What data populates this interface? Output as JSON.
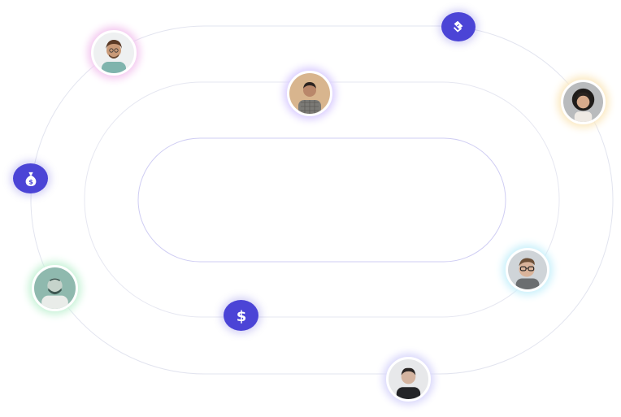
{
  "colors": {
    "orbit_stroke": "#d9dcec",
    "inner_orbit_stroke": "#c9c6f2",
    "token_fill": "#4b44d6",
    "glow_pink": "#f3c6ef",
    "glow_purple": "#d9ccff",
    "glow_yellow": "#fbe8bf",
    "glow_green": "#c6f2d6",
    "glow_cyan": "#c8f0fb",
    "glow_lavender": "#d8d6fb"
  },
  "avatars": [
    {
      "name": "avatar-curly-hair-man",
      "glow": "pink"
    },
    {
      "name": "avatar-plaid-shirt-man",
      "glow": "purple"
    },
    {
      "name": "avatar-curly-hair-woman",
      "glow": "yellow"
    },
    {
      "name": "avatar-smiling-man",
      "glow": "green"
    },
    {
      "name": "avatar-glasses-man",
      "glow": "cyan"
    },
    {
      "name": "avatar-dark-shirt-man",
      "glow": "lavender"
    }
  ],
  "tokens": [
    {
      "icon": "ticket-icon"
    },
    {
      "icon": "money-bag-icon"
    },
    {
      "icon": "dollar-icon"
    }
  ]
}
